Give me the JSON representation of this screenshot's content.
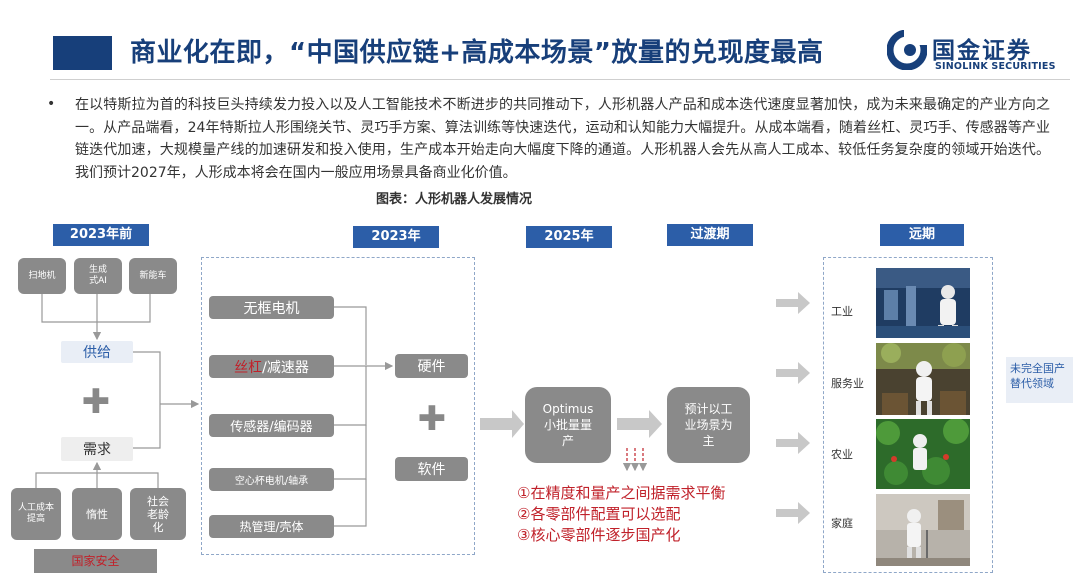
{
  "header": {
    "title": "商业化在即，“中国供应链+高成本场景”放量的兑现度最高",
    "logo_cn": "国金证券",
    "logo_en": "SINOLINK SECURITIES"
  },
  "paragraph": {
    "bullet": "•",
    "text": "在以特斯拉为首的科技巨头持续发力投入以及人工智能技术不断进步的共同推动下，人形机器人产品和成本迭代速度显著加快，成为未来最确定的产业方向之一。从产品端看，24年特斯拉人形围绕关节、灵巧手方案、算法训练等快速迭代，运动和认知能力大幅提升。从成本端看，随着丝杠、灵巧手、传感器等产业链迭代加速，大规模量产线的加速研发和投入使用，生产成本开始走向大幅度下降的通道。人形机器人会先从高人工成本、较低任务复杂度的领域开始迭代。我们预计2027年，人形成本将会在国内一般应用场景具备商业化价值。"
  },
  "figure": {
    "caption": "图表：人形机器人发展情况",
    "stages": [
      "2023年前",
      "2023年",
      "2025年",
      "过渡期",
      "远期"
    ],
    "pre2023": {
      "supply_items": [
        "扫地机",
        "生成式AI",
        "新能车"
      ],
      "supply_label": "供给",
      "plus": "✚",
      "demand_label": "需求",
      "demand_items": [
        "人工成本提高",
        "惰性",
        "社会老龄化"
      ],
      "security_label": "国家安全"
    },
    "y2023": {
      "components": [
        {
          "parts": [
            "无框电机"
          ]
        },
        {
          "parts": [
            "丝杠",
            "/减速器"
          ]
        },
        {
          "parts": [
            "传感器/编码器"
          ]
        },
        {
          "parts": [
            "空心杯电机/轴承"
          ]
        },
        {
          "parts": [
            "热管理/壳体"
          ]
        }
      ],
      "hardware_label": "硬件",
      "plus": "✚",
      "software_label": "软件"
    },
    "y2025": {
      "box": "Optimus小批量量产",
      "notes": [
        "①在精度和量产之间据需求平衡",
        "②各零部件配置可以选配",
        "③核心零部件逐步国产化"
      ]
    },
    "transition": {
      "box": "预计以工业场景为主"
    },
    "long_term": {
      "scenes": [
        "工业",
        "服务业",
        "农业",
        "家庭"
      ],
      "side_note": "未完全国产替代领域"
    },
    "colors": {
      "navy": "#173f7a",
      "chip_blue": "#2c5ea8",
      "grey_box": "#8a8a8a",
      "note_red": "#c0212a"
    }
  }
}
